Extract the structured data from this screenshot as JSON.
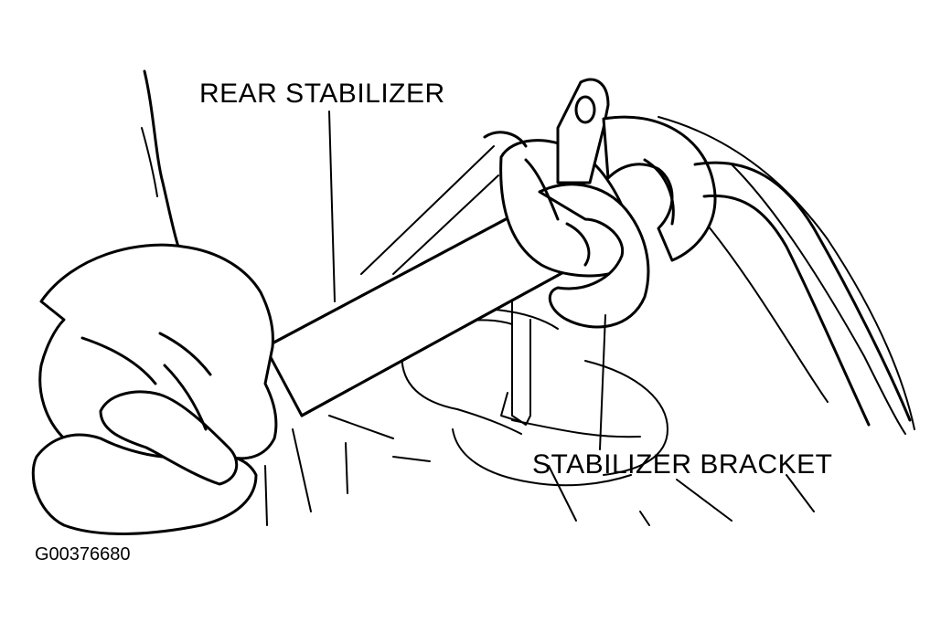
{
  "labels": {
    "rear_stabilizer": "REAR STABILIZER",
    "stabilizer_bracket": "STABILIZER BRACKET"
  },
  "figure_id": "G00376680",
  "colors": {
    "ink": "#000000",
    "paper": "#ffffff"
  }
}
